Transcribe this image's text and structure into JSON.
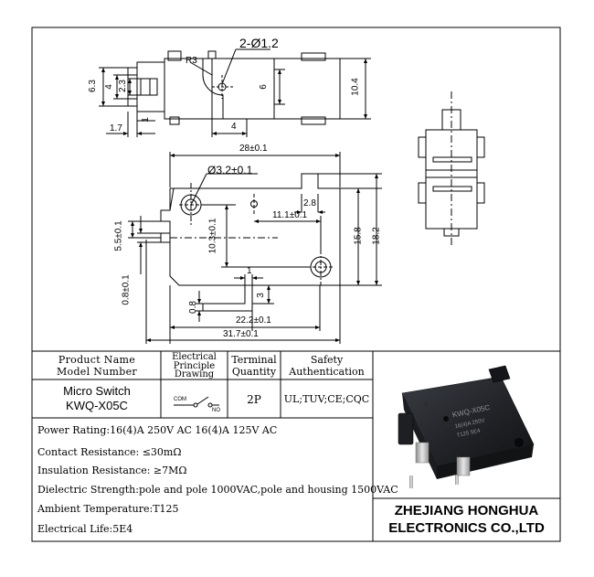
{
  "drawing": {
    "top_view": {
      "hole_callout": "2-Ø1.2",
      "radius": "R3",
      "dim_6_3": "6.3",
      "dim_4_left": "4",
      "dim_2_3": "2.3",
      "dim_6": "6",
      "dim_10_4": "10.4",
      "dim_1_7": "1.7",
      "dim_1": "1",
      "dim_4_bottom": "4"
    },
    "front_view": {
      "width": "28±0.1",
      "mount_hole": "Ø3.2±0.1",
      "dim_2_8": "2.8",
      "dim_11_1": "11.1±0.1",
      "dim_10_3": "10.3±0.1",
      "dim_15_8": "15.8",
      "dim_18_2": "18.2",
      "dim_5_5": "5.5±0.1",
      "dim_0_8_left": "0.8±0.1",
      "dim_1": "1",
      "dim_3": "3",
      "dim_0_8": "0.8",
      "dim_22_2": "22.2±0.1",
      "dim_31_7": "31.7±0.1"
    }
  },
  "table": {
    "headers": {
      "product": [
        "Product Name",
        "Model Number"
      ],
      "electrical": [
        "Electrical",
        "Principle",
        "Drawing"
      ],
      "terminal": [
        "Terminal",
        "Quantity"
      ],
      "safety": [
        "Safety",
        "Authentication"
      ]
    },
    "product_name": "Micro Switch",
    "model": "KWQ-X05C",
    "com_label": "COM",
    "no_label": "NO",
    "terminal_qty": "2P",
    "certs": "UL;TUV;CE;CQC"
  },
  "specs": [
    "Power Rating:16(4)A 250V AC  16(4)A 125V AC",
    "Contact Resistance: ≤30mΩ",
    "Insulation Resistance: ≥7MΩ",
    "Dielectric Strength:pole and pole 1000VAC,pole and housing 1500VAC",
    "Ambient Temperature:T125",
    "Electrical Life:5E4"
  ],
  "photo": {
    "body_marking": [
      "KWQ-X05C",
      "16(4)A 250V",
      "T125 5E4"
    ]
  },
  "company": [
    "ZHEJIANG HONGHUA",
    "ELECTRONICS CO.,LTD"
  ]
}
